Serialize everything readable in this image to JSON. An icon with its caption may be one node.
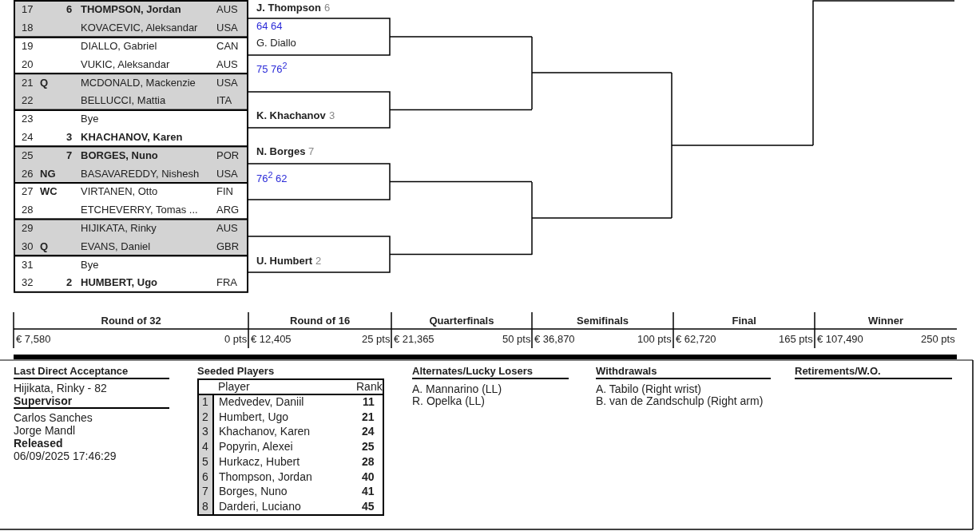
{
  "diagram": {
    "labels": [
      "17",
      "6",
      "THOMPSON, Jordan",
      "AUS",
      "18",
      "KOVACEVIC, Aleksandar",
      "USA",
      "19",
      "DIALLO, Gabriel",
      "CAN",
      "20",
      "VUKIC, Aleksandar",
      "AUS",
      "21",
      "Q",
      "MCDONALD, Mackenzie",
      "USA",
      "22",
      "BELLUCCI, Mattia",
      "ITA",
      "23",
      "Bye",
      "24",
      "3",
      "KHACHANOV, Karen",
      "25",
      "7",
      "BORGES, Nuno",
      "POR",
      "26",
      "NG",
      "BASAVAREDDY, Nishesh",
      "USA",
      "27",
      "WC",
      "VIRTANEN, Otto",
      "FIN",
      "28",
      "ETCHEVERRY, Tomas ...",
      "ARG",
      "29",
      "HIJIKATA, Rinky",
      "AUS",
      "30",
      "Q",
      "EVANS, Daniel",
      "GBR",
      "31",
      "Bye",
      "32",
      "2",
      "HUMBERT, Ugo",
      "FRA",
      "J. Thompson",
      "6",
      "64 64",
      "G. Diallo",
      "75 76$^{2}$",
      "K. Khachanov",
      "3",
      "N. Borges",
      "7",
      "76$^{2}$ 62",
      "U. Humbert",
      "2",
      "Round of 32",
      "Round of 16",
      "Quarterfinals",
      "Semifinals",
      "Final",
      "Winner",
      "€ 7,580",
      "0 pts",
      "€ 12,405",
      "25 pts",
      "€ 21,365",
      "50 pts",
      "€ 36,870",
      "100 pts",
      "€ 62,720",
      "165 pts",
      "€ 107,490",
      "250 pts",
      "Last Direct Acceptance",
      "Hijikata, Rinky - 82",
      "Supervisor",
      "Carlos Sanches",
      "Jorge Mandl",
      "Released",
      "06/09/2025 17:46:29",
      "Seeded Players",
      "Player",
      "Rank",
      "1",
      "Medvedev, Daniil",
      "11",
      "2",
      "Humbert, Ugo",
      "21",
      "3",
      "Khachanov, Karen",
      "24",
      "4",
      "Popyrin, Alexei",
      "25",
      "5",
      "Hurkacz, Hubert",
      "28",
      "6",
      "Thompson, Jordan",
      "40",
      "7",
      "Borges, Nuno",
      "41",
      "8",
      "Darderi, Luciano",
      "45",
      "Alternates/Lucky Losers",
      "A. Mannarino (LL)",
      "R. Opelka (LL)",
      "Withdrawals",
      "A. Tabilo (Right wrist)",
      "B. van de Zandschulp (Right arm)",
      "Retirements/W.O."
    ]
  }
}
